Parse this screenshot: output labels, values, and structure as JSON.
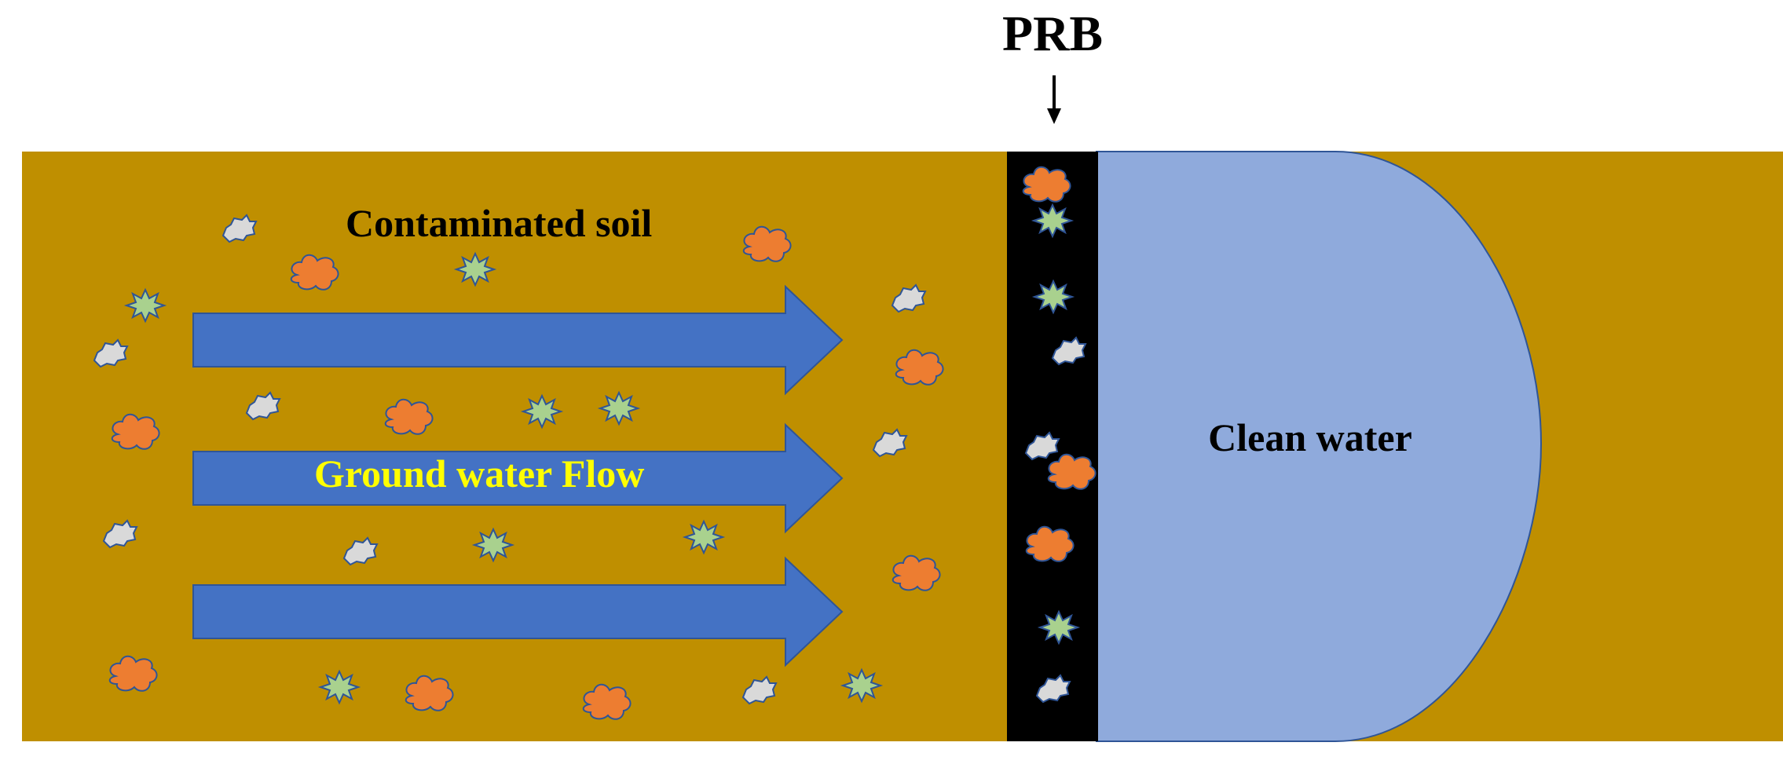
{
  "labels": {
    "prb": "PRB",
    "contaminated_soil": "Contaminated soil",
    "ground_water_flow": "Ground water Flow",
    "clean_water": "Clean water"
  },
  "colors": {
    "soil": "#BF8F00",
    "barrier": "#000000",
    "clean_water": "#8FAADC",
    "arrow": "#4472C4",
    "flow_text": "#FFFF00",
    "orange_particle": "#ED7D31",
    "green_particle": "#A9D18E",
    "gray_particle": "#D9D9D9"
  }
}
